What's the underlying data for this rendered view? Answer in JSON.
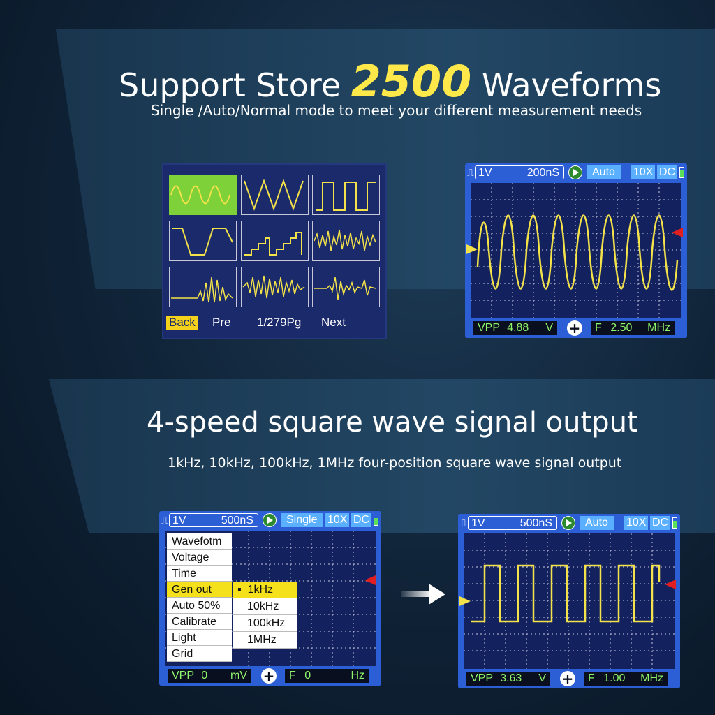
{
  "section1": {
    "title_pre": "Support Store",
    "title_num": "2500",
    "title_post": "Waveforms",
    "subtitle": "Single /Auto/Normal mode to meet your different measurement needs"
  },
  "library": {
    "back": "Back",
    "pre": "Pre",
    "page": "1/279Pg",
    "next": "Next"
  },
  "scope1": {
    "volt": "1V",
    "time": "200nS",
    "mode": "Auto",
    "probe": "10X",
    "coupling": "DC",
    "vpp_label": "VPP",
    "vpp_value": "4.88",
    "vpp_unit": "V",
    "f_label": "F",
    "f_value": "2.50",
    "f_unit": "MHz"
  },
  "section2": {
    "title": "4-speed square wave signal output",
    "subtitle": "1kHz, 10kHz, 100kHz, 1MHz four-position square wave signal output"
  },
  "scope2": {
    "volt": "1V",
    "time": "500nS",
    "mode": "Single",
    "probe": "10X",
    "coupling": "DC",
    "menu": [
      "Wavefotm",
      "Voltage",
      "Time",
      "Gen out",
      "Auto 50%",
      "Calibrate",
      "Light",
      "Grid"
    ],
    "submenu": [
      "1kHz",
      "10kHz",
      "100kHz",
      "1MHz"
    ],
    "vpp_label": "VPP",
    "vpp_value": "0",
    "vpp_unit": "mV",
    "f_label": "F",
    "f_value": "0",
    "f_unit": "Hz"
  },
  "scope3": {
    "volt": "1V",
    "time": "500nS",
    "mode": "Auto",
    "probe": "10X",
    "coupling": "DC",
    "vpp_label": "VPP",
    "vpp_value": "3.63",
    "vpp_unit": "V",
    "f_label": "F",
    "f_value": "1.00",
    "f_unit": "MHz"
  },
  "colors": {
    "accent_yellow": "#ffe94a",
    "wave_yellow": "#f3e24a",
    "screen_blue": "#2c5fd6",
    "grid_navy": "#13215e",
    "meas_green": "#8ef56a"
  }
}
